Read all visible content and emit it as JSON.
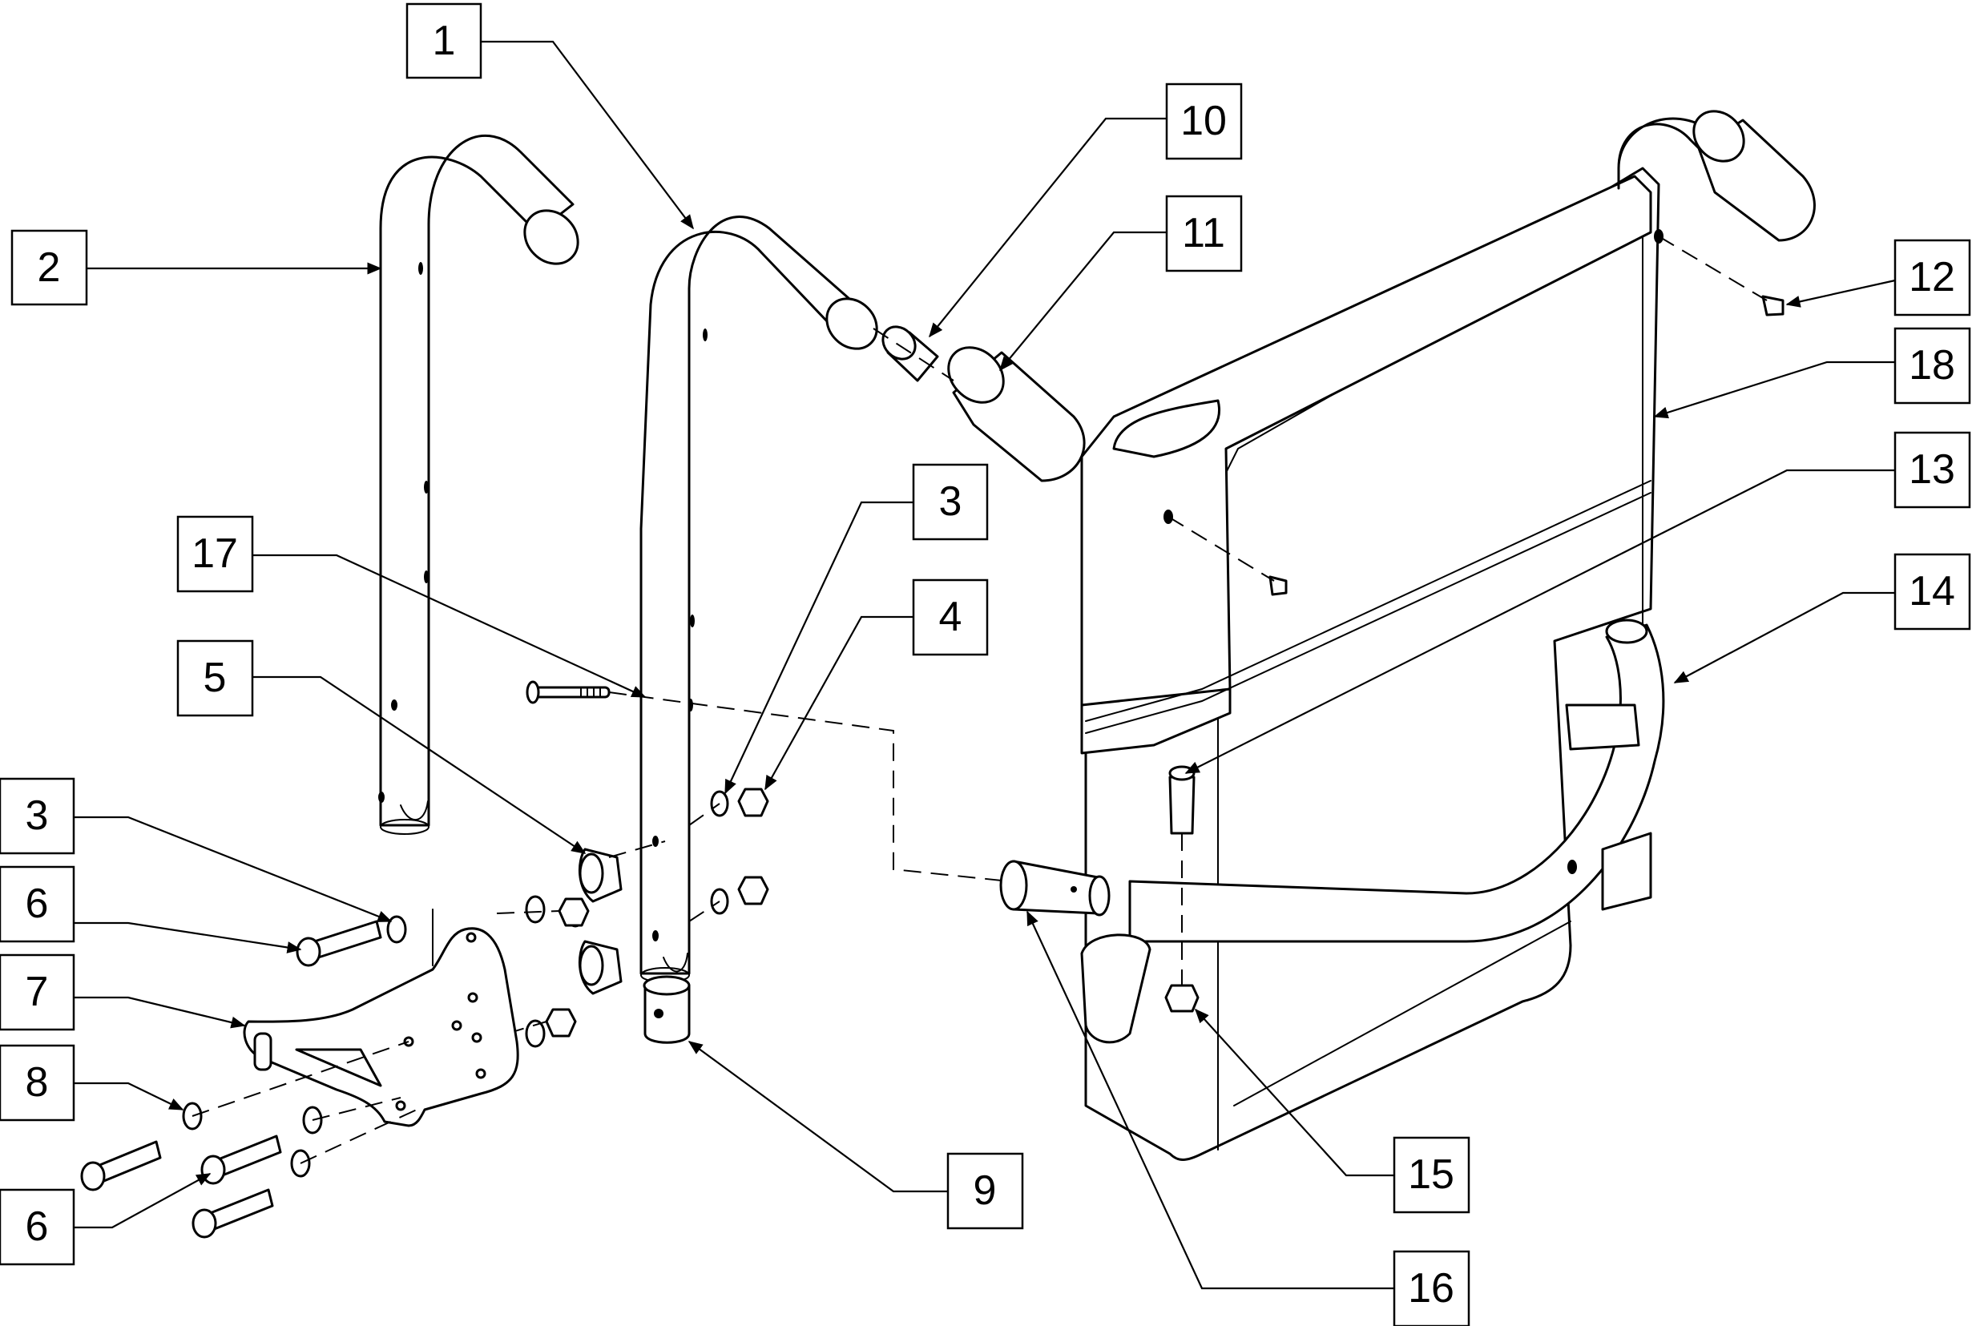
{
  "diagram": {
    "callouts": [
      {
        "id": "c1",
        "label": "1"
      },
      {
        "id": "c2",
        "label": "2"
      },
      {
        "id": "c10",
        "label": "10"
      },
      {
        "id": "c11",
        "label": "11"
      },
      {
        "id": "c12",
        "label": "12"
      },
      {
        "id": "c18",
        "label": "18"
      },
      {
        "id": "c13",
        "label": "13"
      },
      {
        "id": "c14",
        "label": "14"
      },
      {
        "id": "c3a",
        "label": "3"
      },
      {
        "id": "c4",
        "label": "4"
      },
      {
        "id": "c17",
        "label": "17"
      },
      {
        "id": "c5",
        "label": "5"
      },
      {
        "id": "c3b",
        "label": "3"
      },
      {
        "id": "c6a",
        "label": "6"
      },
      {
        "id": "c7",
        "label": "7"
      },
      {
        "id": "c8",
        "label": "8"
      },
      {
        "id": "c6b",
        "label": "6"
      },
      {
        "id": "c9",
        "label": "9"
      },
      {
        "id": "c15",
        "label": "15"
      },
      {
        "id": "c16",
        "label": "16"
      }
    ]
  }
}
